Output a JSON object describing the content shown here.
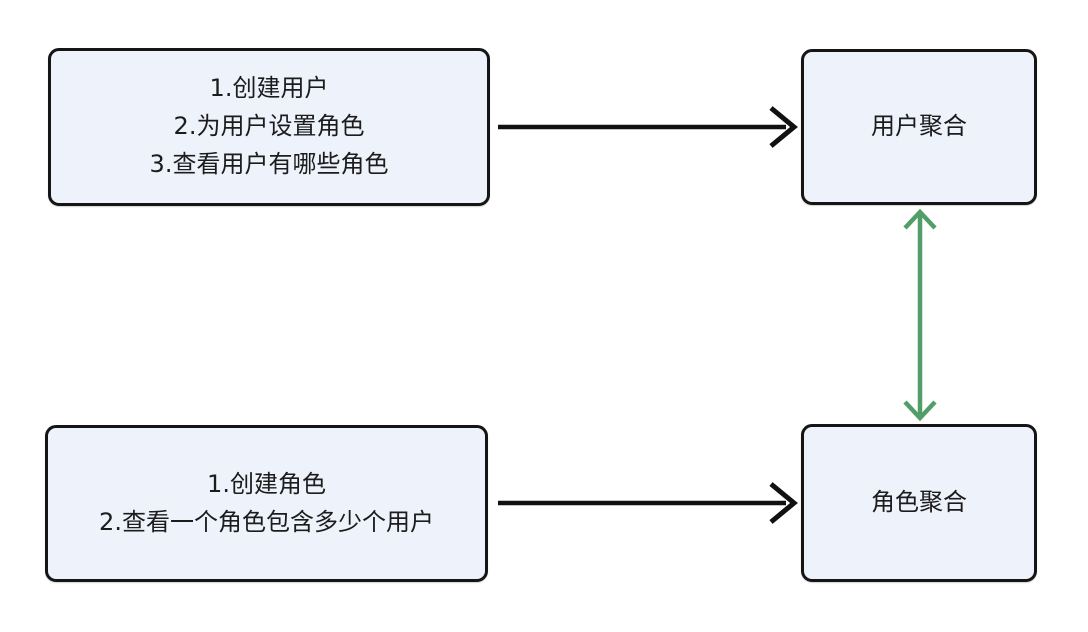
{
  "diagram": {
    "title": "user-role aggregate relationship diagram",
    "colors": {
      "background": "#ffffff",
      "box_fill": "#edf2fb",
      "box_border": "#151515",
      "text": "#1c1c1c",
      "black_arrow": "#111111",
      "green_arrow": "#529e68"
    },
    "nodes": {
      "user_tasks": {
        "lines": [
          "1.创建用户",
          "2.为用户设置角色",
          "3.查看用户有哪些角色"
        ]
      },
      "user_aggregate": {
        "label": "用户聚合"
      },
      "role_tasks": {
        "lines": [
          "1.创建角色",
          "2.查看一个角色包含多少个用户"
        ]
      },
      "role_aggregate": {
        "label": "角色聚合"
      }
    },
    "edges": [
      {
        "from": "user_tasks",
        "to": "user_aggregate",
        "style": "black-arrow"
      },
      {
        "from": "role_tasks",
        "to": "role_aggregate",
        "style": "black-arrow"
      },
      {
        "from": "user_aggregate",
        "to": "role_aggregate",
        "style": "green-double-arrow"
      }
    ]
  }
}
